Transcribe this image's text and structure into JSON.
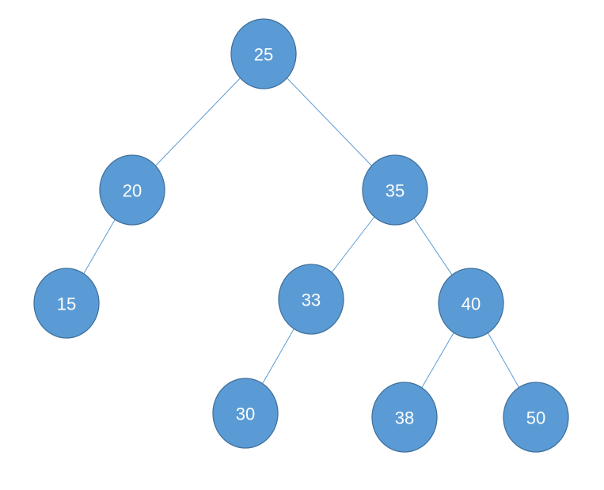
{
  "colors": {
    "node_fill": "#5b9bd5",
    "node_stroke": "#41719c",
    "edge": "#5b9bd5",
    "label": "#ffffff",
    "background": "#ffffff"
  },
  "tree": {
    "nodes": [
      {
        "id": "n25",
        "label": "25"
      },
      {
        "id": "n20",
        "label": "20"
      },
      {
        "id": "n35",
        "label": "35"
      },
      {
        "id": "n15",
        "label": "15"
      },
      {
        "id": "n33",
        "label": "33"
      },
      {
        "id": "n40",
        "label": "40"
      },
      {
        "id": "n30",
        "label": "30"
      },
      {
        "id": "n38",
        "label": "38"
      },
      {
        "id": "n50",
        "label": "50"
      }
    ],
    "edges": [
      {
        "from": "n25",
        "to": "n20"
      },
      {
        "from": "n25",
        "to": "n35"
      },
      {
        "from": "n20",
        "to": "n15"
      },
      {
        "from": "n35",
        "to": "n33"
      },
      {
        "from": "n35",
        "to": "n40"
      },
      {
        "from": "n33",
        "to": "n30"
      },
      {
        "from": "n40",
        "to": "n38"
      },
      {
        "from": "n40",
        "to": "n50"
      }
    ]
  }
}
